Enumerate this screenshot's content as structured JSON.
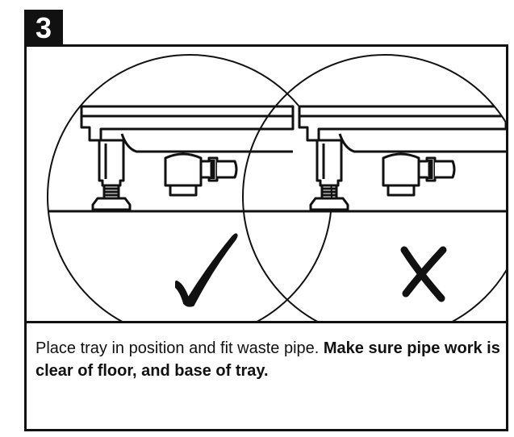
{
  "step": {
    "number": "3"
  },
  "illustration": {
    "panels": [
      {
        "id": "correct",
        "mark": "check-mark-icon"
      },
      {
        "id": "incorrect",
        "mark": "cross-mark-icon"
      }
    ]
  },
  "instruction": {
    "normal_text": "Place tray in position and fit waste pipe.",
    "bold_text": "Make sure pipe work is clear of floor, and base of tray."
  }
}
